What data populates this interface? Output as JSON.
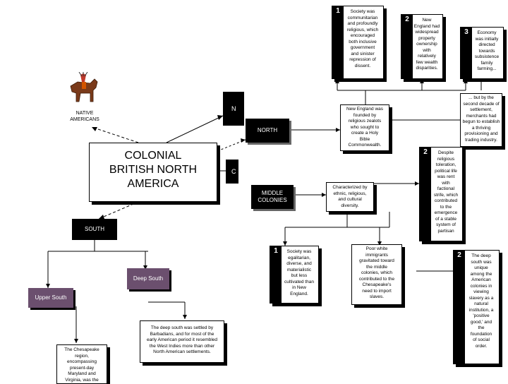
{
  "main_title": "COLONIAL\nBRITISH NORTH\nAMERICA",
  "native": {
    "label": "NATIVE\nAMERICANS"
  },
  "nodes": {
    "north": "NORTH",
    "middle": "MIDDLE\nCOLONIES",
    "south": "SOUTH",
    "upper_south": "Upper South",
    "deep_south": "Deep South",
    "n_partial": "N",
    "c_partial": "C"
  },
  "notes": {
    "top1_num": "1",
    "top1": "Society was\ncommunitarian\nand profoundly\nreligious, which\nencouraged\nboth inclusive\ngovernment\nand sinister\nrepression of\ndissent.",
    "top2_num": "2",
    "top2": "New\nEngland had\nwidespread\nproperty\nownership\nwith\nrelatively\nfew wealth\ndisparities.",
    "top3_num": "3",
    "top3": "Economy\nwas initially\ndirected\ntowards\nsubsistence\nfamily\nfarming...",
    "but_by": "... but by the\nsecond decade of\nsettlement,\nmerchants had\nbegun to establish\na thriving\nprovisioning and\ntrading industry.",
    "new_england": "New England was\nfounded by\nreligious zealots\nwho sought to\ncreate a Holy\nBible\nCommonwealth.",
    "middle_desc": "Characterized by\nethnic, religious,\nand cultural\ndiversity.",
    "despite_num": "2",
    "despite": "Despite\nreligious\ntoleration,\npolitical life\nwas rent\nwith\nfactional\nstrife, which\ncontributed\nto the\nemergence\nof a stable\nsystem of\npartisan",
    "society_num": "1",
    "society": "Society was\negalitarian,\ndiverse, and\nmaterialistic\nbut less\ncultivated than\nin New\nEngland.",
    "poor": "Poor white\nimmigrants\ngravitated toward\nthe middle\ncolonies, which\ncontributed to the\nChesapeake's\nneed to import\nslaves.",
    "deep_num": "2",
    "deep": "The deep\nsouth was\nunique\namong the\nAmerican\ncolonies in\nviewing\nslavery as a\nnatural\ninstitution, a\n'positive\ngood,' and\nthe\nfoundation\nof social\norder.",
    "deep_settled": "The deep south was settled by\nBarbadians, and for most of the\nearly American period it resembled\nthe West Indies more than other\nNorth American settlements.",
    "chesapeake": "The Chesapeake\nregion,\nencompassing\npresent-day\nMaryland and\nVirginia, was the"
  },
  "colors": {
    "purple": "#6b4f6e",
    "black": "#000000"
  }
}
